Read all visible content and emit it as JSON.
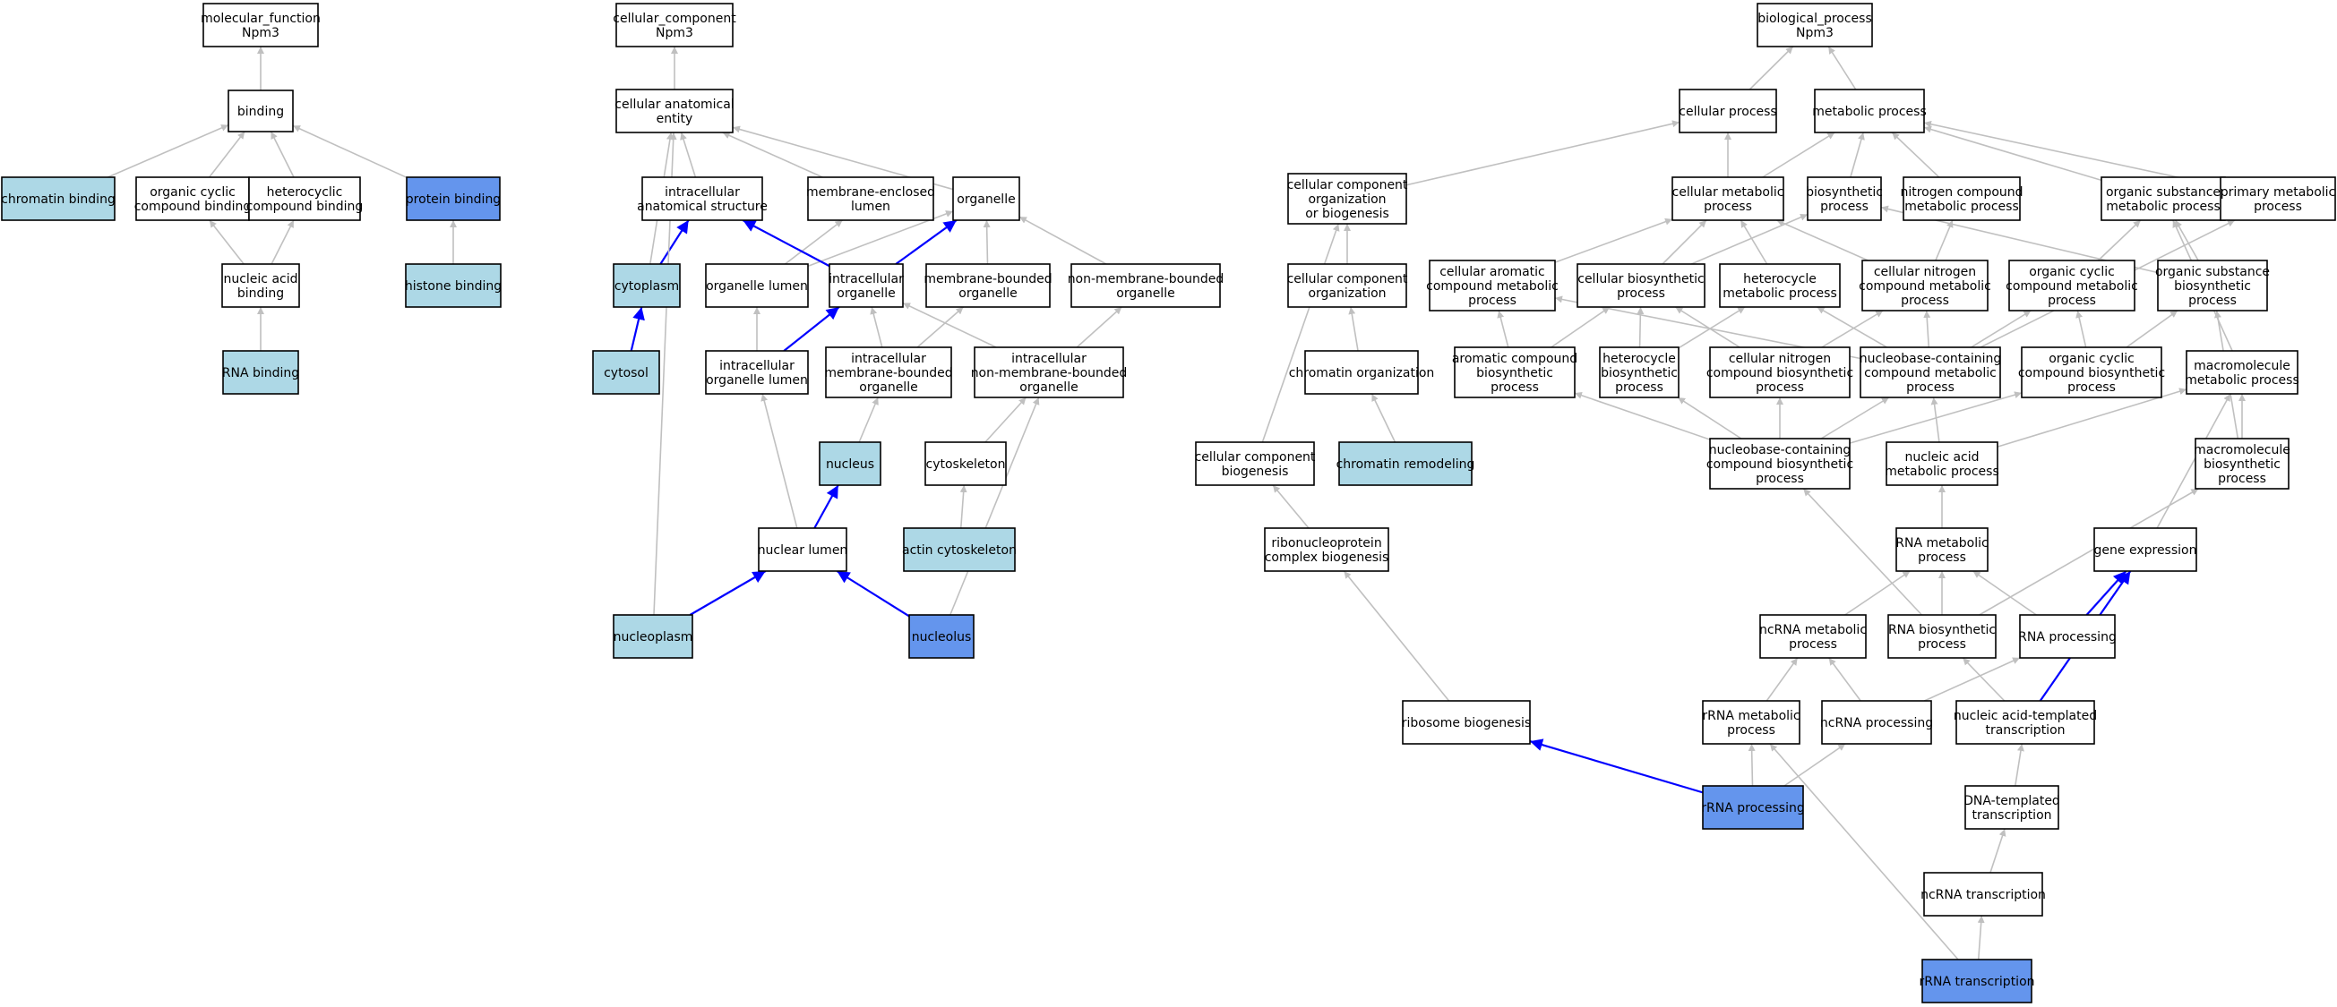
{
  "colors": {
    "white": "#ffffff",
    "light": "#add8e6",
    "dark": "#6495ed",
    "edge_gray": "#c0c0c0",
    "edge_blue": "#0000ff",
    "border": "#000000"
  },
  "nodes": {
    "mf_root": {
      "lines": [
        "molecular_function",
        "Npm3"
      ],
      "fill": "white"
    },
    "binding": {
      "lines": [
        "binding"
      ],
      "fill": "white"
    },
    "chromatin_binding": {
      "lines": [
        "chromatin binding"
      ],
      "fill": "light"
    },
    "organic_cyclic_cb": {
      "lines": [
        "organic cyclic",
        "compound binding"
      ],
      "fill": "white"
    },
    "heterocyclic_cb": {
      "lines": [
        "heterocyclic",
        "compound binding"
      ],
      "fill": "white"
    },
    "protein_binding": {
      "lines": [
        "protein binding"
      ],
      "fill": "dark"
    },
    "nucleic_acid_binding": {
      "lines": [
        "nucleic acid",
        "binding"
      ],
      "fill": "white"
    },
    "histone_binding": {
      "lines": [
        "histone binding"
      ],
      "fill": "light"
    },
    "rna_binding": {
      "lines": [
        "RNA binding"
      ],
      "fill": "light"
    },
    "cc_root": {
      "lines": [
        "cellular_component",
        "Npm3"
      ],
      "fill": "white"
    },
    "cae": {
      "lines": [
        "cellular anatomical",
        "entity"
      ],
      "fill": "white"
    },
    "ias": {
      "lines": [
        "intracellular",
        "anatomical structure"
      ],
      "fill": "white"
    },
    "mel": {
      "lines": [
        "membrane-enclosed",
        "lumen"
      ],
      "fill": "white"
    },
    "organelle": {
      "lines": [
        "organelle"
      ],
      "fill": "white"
    },
    "cytoplasm": {
      "lines": [
        "cytoplasm"
      ],
      "fill": "light"
    },
    "organelle_lumen": {
      "lines": [
        "organelle lumen"
      ],
      "fill": "white"
    },
    "intra_org": {
      "lines": [
        "intracellular",
        "organelle"
      ],
      "fill": "white"
    },
    "mbo": {
      "lines": [
        "membrane-bounded",
        "organelle"
      ],
      "fill": "white"
    },
    "nmbo": {
      "lines": [
        "non-membrane-bounded",
        "organelle"
      ],
      "fill": "white"
    },
    "cytosol": {
      "lines": [
        "cytosol"
      ],
      "fill": "light"
    },
    "iol": {
      "lines": [
        "intracellular",
        "organelle lumen"
      ],
      "fill": "white"
    },
    "imbo": {
      "lines": [
        "intracellular",
        "membrane-bounded",
        "organelle"
      ],
      "fill": "white"
    },
    "inmbo": {
      "lines": [
        "intracellular",
        "non-membrane-bounded",
        "organelle"
      ],
      "fill": "white"
    },
    "nucleus": {
      "lines": [
        "nucleus"
      ],
      "fill": "light"
    },
    "cytoskeleton": {
      "lines": [
        "cytoskeleton"
      ],
      "fill": "white"
    },
    "nuclear_lumen": {
      "lines": [
        "nuclear lumen"
      ],
      "fill": "white"
    },
    "actin_cytoskeleton": {
      "lines": [
        "actin cytoskeleton"
      ],
      "fill": "light"
    },
    "nucleoplasm": {
      "lines": [
        "nucleoplasm"
      ],
      "fill": "light"
    },
    "nucleolus": {
      "lines": [
        "nucleolus"
      ],
      "fill": "dark"
    },
    "bp_root": {
      "lines": [
        "biological_process",
        "Npm3"
      ],
      "fill": "white"
    },
    "cellular_process": {
      "lines": [
        "cellular process"
      ],
      "fill": "white"
    },
    "metabolic_process": {
      "lines": [
        "metabolic process"
      ],
      "fill": "white"
    },
    "ccob": {
      "lines": [
        "cellular component",
        "organization",
        "or biogenesis"
      ],
      "fill": "white"
    },
    "cmp": {
      "lines": [
        "cellular metabolic",
        "process"
      ],
      "fill": "white"
    },
    "biosynthetic": {
      "lines": [
        "biosynthetic",
        "process"
      ],
      "fill": "white"
    },
    "ncmp": {
      "lines": [
        "nitrogen compound",
        "metabolic process"
      ],
      "fill": "white"
    },
    "osmp": {
      "lines": [
        "organic substance",
        "metabolic process"
      ],
      "fill": "white"
    },
    "pmp": {
      "lines": [
        "primary metabolic",
        "process"
      ],
      "fill": "white"
    },
    "cco": {
      "lines": [
        "cellular component",
        "organization"
      ],
      "fill": "white"
    },
    "cacmp": {
      "lines": [
        "cellular aromatic",
        "compound metabolic",
        "process"
      ],
      "fill": "white"
    },
    "cbp": {
      "lines": [
        "cellular biosynthetic",
        "process"
      ],
      "fill": "white"
    },
    "hmp": {
      "lines": [
        "heterocycle",
        "metabolic process"
      ],
      "fill": "white"
    },
    "cncmp": {
      "lines": [
        "cellular nitrogen",
        "compound metabolic",
        "process"
      ],
      "fill": "white"
    },
    "occmp": {
      "lines": [
        "organic cyclic",
        "compound metabolic",
        "process"
      ],
      "fill": "white"
    },
    "osbp": {
      "lines": [
        "organic substance",
        "biosynthetic",
        "process"
      ],
      "fill": "white"
    },
    "chromatin_org": {
      "lines": [
        "chromatin organization"
      ],
      "fill": "white"
    },
    "acbp": {
      "lines": [
        "aromatic compound",
        "biosynthetic",
        "process"
      ],
      "fill": "white"
    },
    "hbp": {
      "lines": [
        "heterocycle",
        "biosynthetic",
        "process"
      ],
      "fill": "white"
    },
    "cncbp": {
      "lines": [
        "cellular nitrogen",
        "compound biosynthetic",
        "process"
      ],
      "fill": "white"
    },
    "nccmp": {
      "lines": [
        "nucleobase-containing",
        "compound metabolic",
        "process"
      ],
      "fill": "white"
    },
    "occbp": {
      "lines": [
        "organic cyclic",
        "compound biosynthetic",
        "process"
      ],
      "fill": "white"
    },
    "mmp": {
      "lines": [
        "macromolecule",
        "metabolic process"
      ],
      "fill": "white"
    },
    "ccb": {
      "lines": [
        "cellular component",
        "biogenesis"
      ],
      "fill": "white"
    },
    "chromatin_remodeling": {
      "lines": [
        "chromatin remodeling"
      ],
      "fill": "light"
    },
    "nccbp": {
      "lines": [
        "nucleobase-containing",
        "compound biosynthetic",
        "process"
      ],
      "fill": "white"
    },
    "namp": {
      "lines": [
        "nucleic acid",
        "metabolic process"
      ],
      "fill": "white"
    },
    "mbp": {
      "lines": [
        "macromolecule",
        "biosynthetic",
        "process"
      ],
      "fill": "white"
    },
    "rcb": {
      "lines": [
        "ribonucleoprotein",
        "complex biogenesis"
      ],
      "fill": "white"
    },
    "rna_mp": {
      "lines": [
        "RNA metabolic",
        "process"
      ],
      "fill": "white"
    },
    "gene_expression": {
      "lines": [
        "gene expression"
      ],
      "fill": "white"
    },
    "ncrna_mp": {
      "lines": [
        "ncRNA metabolic",
        "process"
      ],
      "fill": "white"
    },
    "rna_bp": {
      "lines": [
        "RNA biosynthetic",
        "process"
      ],
      "fill": "white"
    },
    "rna_processing": {
      "lines": [
        "RNA processing"
      ],
      "fill": "white"
    },
    "ribosome_biogenesis": {
      "lines": [
        "ribosome biogenesis"
      ],
      "fill": "white"
    },
    "rrna_mp": {
      "lines": [
        "rRNA metabolic",
        "process"
      ],
      "fill": "white"
    },
    "ncrna_processing": {
      "lines": [
        "ncRNA processing"
      ],
      "fill": "white"
    },
    "natt": {
      "lines": [
        "nucleic acid-templated",
        "transcription"
      ],
      "fill": "white"
    },
    "rrna_processing": {
      "lines": [
        "rRNA processing"
      ],
      "fill": "dark"
    },
    "dtt": {
      "lines": [
        "DNA-templated",
        "transcription"
      ],
      "fill": "white"
    },
    "ncrna_transcription": {
      "lines": [
        "ncRNA transcription"
      ],
      "fill": "white"
    },
    "rrna_transcription": {
      "lines": [
        "rRNA transcription"
      ],
      "fill": "dark"
    }
  },
  "edges": [
    [
      "binding",
      "mf_root",
      "gray"
    ],
    [
      "chromatin_binding",
      "binding",
      "gray"
    ],
    [
      "organic_cyclic_cb",
      "binding",
      "gray"
    ],
    [
      "heterocyclic_cb",
      "binding",
      "gray"
    ],
    [
      "protein_binding",
      "binding",
      "gray"
    ],
    [
      "nucleic_acid_binding",
      "organic_cyclic_cb",
      "gray"
    ],
    [
      "nucleic_acid_binding",
      "heterocyclic_cb",
      "gray"
    ],
    [
      "histone_binding",
      "protein_binding",
      "gray"
    ],
    [
      "rna_binding",
      "nucleic_acid_binding",
      "gray"
    ],
    [
      "cae",
      "cc_root",
      "gray"
    ],
    [
      "ias",
      "cae",
      "gray"
    ],
    [
      "mel",
      "cae",
      "gray"
    ],
    [
      "organelle",
      "cae",
      "gray"
    ],
    [
      "cytoplasm",
      "cae",
      "gray"
    ],
    [
      "cytoplasm",
      "ias",
      "blue"
    ],
    [
      "cytosol",
      "cytoplasm",
      "blue"
    ],
    [
      "organelle_lumen",
      "mel",
      "gray"
    ],
    [
      "organelle_lumen",
      "organelle",
      "gray"
    ],
    [
      "intra_org",
      "organelle",
      "blue"
    ],
    [
      "intra_org",
      "ias",
      "blue"
    ],
    [
      "mbo",
      "organelle",
      "gray"
    ],
    [
      "nmbo",
      "organelle",
      "gray"
    ],
    [
      "iol",
      "organelle_lumen",
      "gray"
    ],
    [
      "iol",
      "intra_org",
      "blue"
    ],
    [
      "imbo",
      "intra_org",
      "gray"
    ],
    [
      "imbo",
      "mbo",
      "gray"
    ],
    [
      "inmbo",
      "intra_org",
      "gray"
    ],
    [
      "inmbo",
      "nmbo",
      "gray"
    ],
    [
      "nucleus",
      "imbo",
      "gray"
    ],
    [
      "cytoskeleton",
      "inmbo",
      "gray"
    ],
    [
      "nuclear_lumen",
      "nucleus",
      "blue"
    ],
    [
      "nuclear_lumen",
      "iol",
      "gray"
    ],
    [
      "actin_cytoskeleton",
      "cytoskeleton",
      "gray"
    ],
    [
      "nucleoplasm",
      "nuclear_lumen",
      "blue"
    ],
    [
      "nucleoplasm",
      "cae",
      "gray"
    ],
    [
      "nucleolus",
      "nuclear_lumen",
      "blue"
    ],
    [
      "nucleolus",
      "inmbo",
      "gray"
    ],
    [
      "cellular_process",
      "bp_root",
      "gray"
    ],
    [
      "metabolic_process",
      "bp_root",
      "gray"
    ],
    [
      "ccob",
      "cellular_process",
      "gray"
    ],
    [
      "cmp",
      "cellular_process",
      "gray"
    ],
    [
      "cmp",
      "metabolic_process",
      "gray"
    ],
    [
      "biosynthetic",
      "metabolic_process",
      "gray"
    ],
    [
      "ncmp",
      "metabolic_process",
      "gray"
    ],
    [
      "osmp",
      "metabolic_process",
      "gray"
    ],
    [
      "pmp",
      "metabolic_process",
      "gray"
    ],
    [
      "cco",
      "ccob",
      "gray"
    ],
    [
      "cacmp",
      "cmp",
      "gray"
    ],
    [
      "cbp",
      "cmp",
      "gray"
    ],
    [
      "cbp",
      "biosynthetic",
      "gray"
    ],
    [
      "hmp",
      "cmp",
      "gray"
    ],
    [
      "cncmp",
      "cmp",
      "gray"
    ],
    [
      "cncmp",
      "ncmp",
      "gray"
    ],
    [
      "occmp",
      "osmp",
      "gray"
    ],
    [
      "osbp",
      "osmp",
      "gray"
    ],
    [
      "osbp",
      "biosynthetic",
      "gray"
    ],
    [
      "chromatin_org",
      "cco",
      "gray"
    ],
    [
      "acbp",
      "cacmp",
      "gray"
    ],
    [
      "acbp",
      "cbp",
      "gray"
    ],
    [
      "hbp",
      "hmp",
      "gray"
    ],
    [
      "hbp",
      "cbp",
      "gray"
    ],
    [
      "cncbp",
      "cncmp",
      "gray"
    ],
    [
      "cncbp",
      "cbp",
      "gray"
    ],
    [
      "nccmp",
      "cacmp",
      "gray"
    ],
    [
      "nccmp",
      "hmp",
      "gray"
    ],
    [
      "nccmp",
      "cncmp",
      "gray"
    ],
    [
      "nccmp",
      "occmp",
      "gray"
    ],
    [
      "nccmp",
      "pmp",
      "gray"
    ],
    [
      "occbp",
      "occmp",
      "gray"
    ],
    [
      "occbp",
      "osbp",
      "gray"
    ],
    [
      "mmp",
      "osmp",
      "gray"
    ],
    [
      "ccb",
      "ccob",
      "gray"
    ],
    [
      "chromatin_remodeling",
      "chromatin_org",
      "gray"
    ],
    [
      "nccbp",
      "acbp",
      "gray"
    ],
    [
      "nccbp",
      "hbp",
      "gray"
    ],
    [
      "nccbp",
      "cncbp",
      "gray"
    ],
    [
      "nccbp",
      "nccmp",
      "gray"
    ],
    [
      "nccbp",
      "occbp",
      "gray"
    ],
    [
      "namp",
      "nccmp",
      "gray"
    ],
    [
      "namp",
      "mmp",
      "gray"
    ],
    [
      "mbp",
      "mmp",
      "gray"
    ],
    [
      "mbp",
      "osbp",
      "gray"
    ],
    [
      "rcb",
      "ccb",
      "gray"
    ],
    [
      "rna_mp",
      "namp",
      "gray"
    ],
    [
      "gene_expression",
      "mmp",
      "gray"
    ],
    [
      "ncrna_mp",
      "rna_mp",
      "gray"
    ],
    [
      "rna_bp",
      "rna_mp",
      "gray"
    ],
    [
      "rna_bp",
      "nccbp",
      "gray"
    ],
    [
      "rna_bp",
      "mbp",
      "gray"
    ],
    [
      "rna_processing",
      "rna_mp",
      "gray"
    ],
    [
      "rna_processing",
      "gene_expression",
      "blue"
    ],
    [
      "ribosome_biogenesis",
      "rcb",
      "gray"
    ],
    [
      "rrna_mp",
      "ncrna_mp",
      "gray"
    ],
    [
      "ncrna_processing",
      "ncrna_mp",
      "gray"
    ],
    [
      "ncrna_processing",
      "rna_processing",
      "gray"
    ],
    [
      "natt",
      "rna_bp",
      "gray"
    ],
    [
      "natt",
      "gene_expression",
      "blue"
    ],
    [
      "rrna_processing",
      "ribosome_biogenesis",
      "blue"
    ],
    [
      "rrna_processing",
      "rrna_mp",
      "gray"
    ],
    [
      "rrna_processing",
      "ncrna_processing",
      "gray"
    ],
    [
      "dtt",
      "natt",
      "gray"
    ],
    [
      "ncrna_transcription",
      "dtt",
      "gray"
    ],
    [
      "rrna_transcription",
      "ncrna_transcription",
      "gray"
    ],
    [
      "rrna_transcription",
      "rrna_mp",
      "gray"
    ]
  ]
}
